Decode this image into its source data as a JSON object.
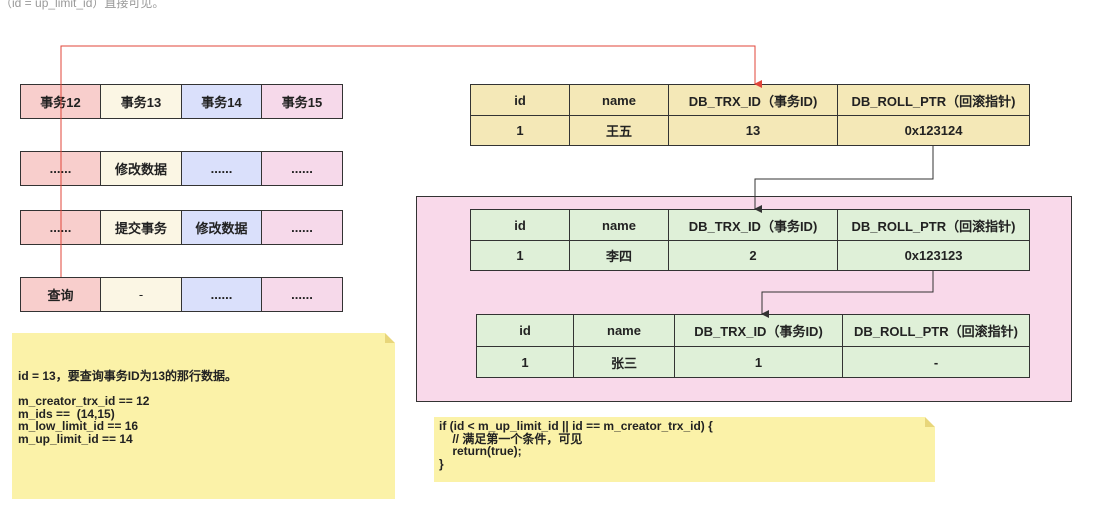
{
  "caption": "（id = up_limit_id）直接可见。",
  "transactions": {
    "row1": [
      "事务12",
      "事务13",
      "事务14",
      "事务15"
    ],
    "row2": [
      "......",
      "修改数据",
      "......",
      "......"
    ],
    "row3": [
      "......",
      "提交事务",
      "修改数据",
      "......"
    ],
    "row4": [
      "查询",
      "-",
      "......",
      "......"
    ]
  },
  "table_headers": [
    "id",
    "name",
    "DB_TRX_ID（事务ID)",
    "DB_ROLL_PTR（回滚指针)"
  ],
  "versions": [
    {
      "id": "1",
      "name": "王五",
      "trx_id": "13",
      "roll_ptr": "0x123124"
    },
    {
      "id": "1",
      "name": "李四",
      "trx_id": "2",
      "roll_ptr": "0x123123"
    },
    {
      "id": "1",
      "name": "张三",
      "trx_id": "1",
      "roll_ptr": "-"
    }
  ],
  "readview_note": {
    "lines": [
      "id = 13，要查询事务ID为13的那行数据。",
      "",
      "m_creator_trx_id == 12",
      "m_ids ==  (14,15)",
      "m_low_limit_id == 16",
      "m_up_limit_id == 14"
    ]
  },
  "code_note": {
    "lines": [
      "if (id < m_up_limit_id || id == m_creator_trx_id) {",
      "    // 满足第一个条件，可见",
      "    return(true);",
      "}"
    ]
  },
  "colors": {
    "arrow_red": "#e0453a",
    "arrow_dark": "#333333"
  }
}
